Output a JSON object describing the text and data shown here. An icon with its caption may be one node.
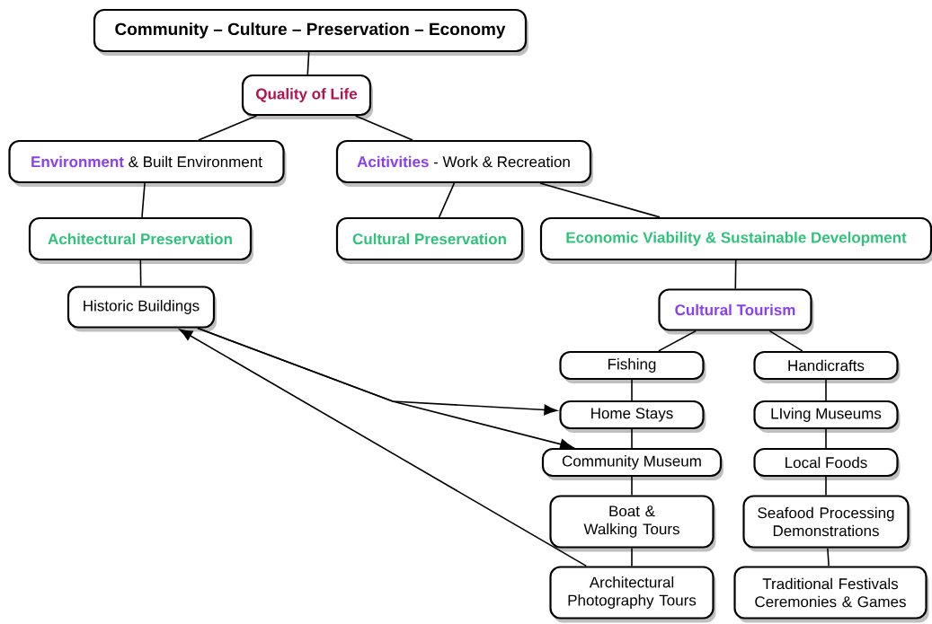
{
  "diagram": {
    "nodes": [
      {
        "text": [
          "Community – Culture – Preservation – Economy"
        ]
      },
      {
        "text": [
          "Quality of Life"
        ]
      },
      {
        "text": [
          "Environment",
          "& Built Environment"
        ]
      },
      {
        "text": [
          "Acitivities",
          "- Work & Recreation"
        ]
      },
      {
        "text": [
          "Achitectural Preservation"
        ]
      },
      {
        "text": [
          "Cultural Preservation"
        ]
      },
      {
        "text": [
          "Economic Viability & Sustainable Development"
        ]
      },
      {
        "text": [
          "Historic Buildings"
        ]
      },
      {
        "text": [
          "Cultural Tourism"
        ]
      },
      {
        "text": [
          "Fishing"
        ]
      },
      {
        "text": [
          "Handicrafts"
        ]
      },
      {
        "text": [
          "Home Stays"
        ]
      },
      {
        "text": [
          "LIving Museums"
        ]
      },
      {
        "text": [
          "Community Museum"
        ]
      },
      {
        "text": [
          "Local Foods"
        ]
      },
      {
        "text": [
          "Boat & Walking Tours"
        ]
      },
      {
        "text": [
          "Seafood Processing Demonstrations"
        ]
      },
      {
        "text": [
          "Architectural Photography Tours"
        ]
      },
      {
        "text": [
          "Traditional Festivals Ceremonies & Games"
        ]
      }
    ],
    "edges": [
      {
        "from": 0,
        "to": 1,
        "arrow": "none"
      },
      {
        "from": 1,
        "to": 2,
        "arrow": "none"
      },
      {
        "from": 1,
        "to": 3,
        "arrow": "none"
      },
      {
        "from": 2,
        "to": 4,
        "arrow": "none"
      },
      {
        "from": 3,
        "to": 5,
        "arrow": "none"
      },
      {
        "from": 3,
        "to": 6,
        "arrow": "none"
      },
      {
        "from": 4,
        "to": 7,
        "arrow": "none"
      },
      {
        "from": 6,
        "to": 8,
        "arrow": "none"
      },
      {
        "from": 8,
        "to": 9,
        "arrow": "none"
      },
      {
        "from": 8,
        "to": 10,
        "arrow": "none"
      },
      {
        "from": 9,
        "to": 11,
        "arrow": "none"
      },
      {
        "from": 11,
        "to": 13,
        "arrow": "none"
      },
      {
        "from": 13,
        "to": 15,
        "arrow": "none"
      },
      {
        "from": 15,
        "to": 17,
        "arrow": "none"
      },
      {
        "from": 10,
        "to": 12,
        "arrow": "none"
      },
      {
        "from": 12,
        "to": 14,
        "arrow": "none"
      },
      {
        "from": 14,
        "to": 16,
        "arrow": "none"
      },
      {
        "from": 16,
        "to": 18,
        "arrow": "none"
      },
      {
        "from": 7,
        "to": 11,
        "arrow": "to"
      },
      {
        "from": 7,
        "to": 13,
        "arrow": "to"
      },
      {
        "from": 17,
        "to": 7,
        "arrow": "to"
      }
    ]
  }
}
